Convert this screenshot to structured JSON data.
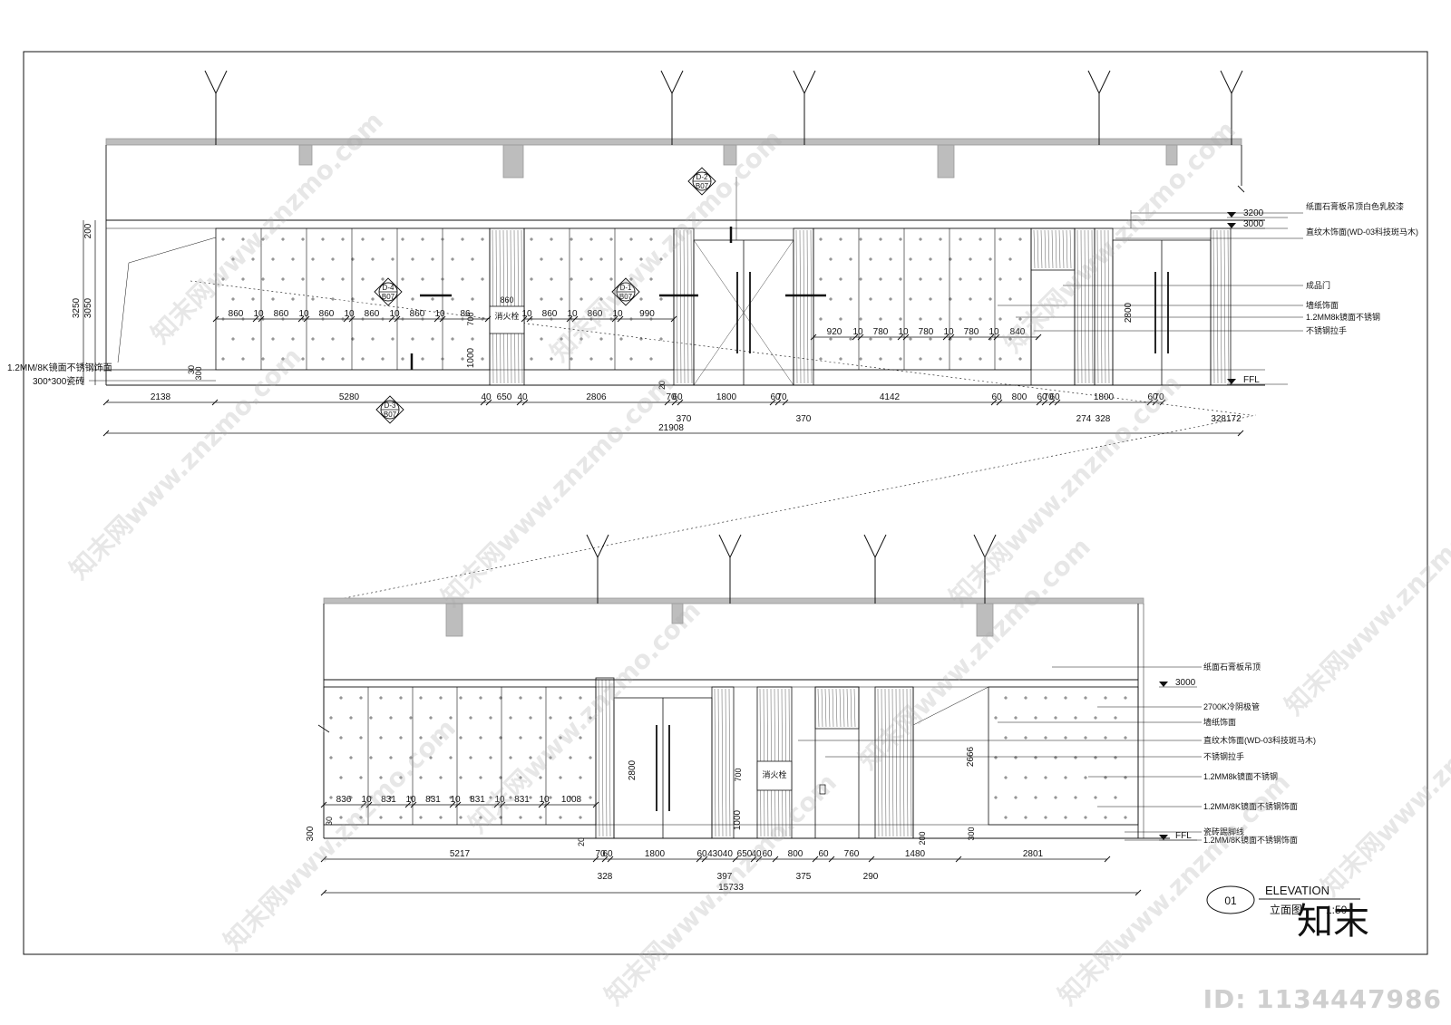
{
  "top_elevation": {
    "section_tags": [
      {
        "id": "D-2",
        "sheet": "B07"
      },
      {
        "id": "D-4",
        "sheet": "B07"
      },
      {
        "id": "D-1",
        "sheet": "B07"
      },
      {
        "id": "D-3",
        "sheet": "B07"
      }
    ],
    "panel_widths_left": [
      "860",
      "10",
      "860",
      "10",
      "860",
      "10",
      "860",
      "10",
      "860",
      "10",
      "86"
    ],
    "panel_widths_mid": [
      "10",
      "860",
      "10",
      "860",
      "10",
      "990"
    ],
    "panel_widths_right": [
      "920",
      "10",
      "780",
      "10",
      "780",
      "10",
      "780",
      "10",
      "840"
    ],
    "fire_box": {
      "label": "消火栓",
      "width": "860",
      "height": "700"
    },
    "vertical_dims": [
      "200",
      "3250",
      "3050",
      "1000",
      "300",
      "30",
      "20",
      "2800"
    ],
    "bottom_dims": [
      "2138",
      "5280",
      "40",
      "650",
      "40",
      "2806",
      "70",
      "60",
      "1800",
      "60",
      "70",
      "4142",
      "60",
      "800",
      "60",
      "70",
      "60",
      "1800",
      "60",
      "70"
    ],
    "sub_dims": [
      "370",
      "370",
      "274",
      "328",
      "328172"
    ],
    "overall": "21908",
    "left_notes": [
      "1.2MM/8K镜面不锈钢饰面",
      "300*300瓷砖"
    ],
    "right_notes": [
      "纸面石膏板吊顶白色乳胶漆",
      "直纹木饰面(WD-03科技斑马木)",
      "成品门",
      "墙纸饰面",
      "1.2MM8k镜面不锈钢",
      "不锈钢拉手"
    ],
    "levels": [
      "3200",
      "3000",
      "FFL"
    ]
  },
  "bottom_elevation": {
    "panel_widths": [
      "836",
      "10",
      "831",
      "10",
      "831",
      "10",
      "831",
      "10",
      "831",
      "10",
      "1008"
    ],
    "fire_box": {
      "label": "消火栓",
      "height": "700"
    },
    "vertical_dims": [
      "300",
      "30",
      "2800",
      "1000",
      "20",
      "2666",
      "200",
      "300"
    ],
    "bottom_dims": [
      "5217",
      "70",
      "60",
      "1800",
      "60",
      "43040",
      "650",
      "40",
      "60",
      "800",
      "60",
      "760",
      "1480",
      "2801"
    ],
    "sub_dims": [
      "328",
      "397",
      "375",
      "290"
    ],
    "overall": "15733",
    "right_notes": [
      "纸面石膏板吊顶",
      "2700K冷阴极管",
      "墙纸饰面",
      "直纹木饰面(WD-03科技斑马木)",
      "不锈钢拉手",
      "1.2MM8k镜面不锈钢",
      "1.2MM/8K镜面不锈钢饰面",
      "瓷砖踢脚线",
      "1.2MM/8K镜面不锈钢饰面"
    ],
    "levels": [
      "3000",
      "FFL"
    ]
  },
  "title_block": {
    "number": "01",
    "title_en": "ELEVATION",
    "title_cn": "立面图",
    "scale": "1:50"
  },
  "watermark": {
    "text": "知末网www.znzmo.com",
    "logo": "知末",
    "id": "ID: 1134447986"
  }
}
